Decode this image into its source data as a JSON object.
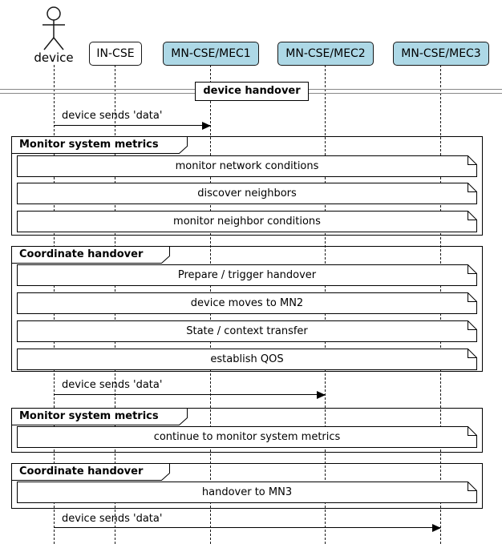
{
  "diagram": {
    "divider_title": "device handover",
    "participants": [
      {
        "name": "device",
        "type": "actor"
      },
      {
        "name": "IN-CSE",
        "type": "participant",
        "fill": "#FFFFFF"
      },
      {
        "name": "MN-CSE/MEC1",
        "type": "participant",
        "fill": "#ADD8E6"
      },
      {
        "name": "MN-CSE/MEC2",
        "type": "participant",
        "fill": "#ADD8E6"
      },
      {
        "name": "MN-CSE/MEC3",
        "type": "participant",
        "fill": "#ADD8E6"
      }
    ],
    "messages": [
      {
        "from": "device",
        "to": "MN-CSE/MEC1",
        "label": "device sends 'data'"
      },
      {
        "from": "device",
        "to": "MN-CSE/MEC2",
        "label": "device sends 'data'"
      },
      {
        "from": "device",
        "to": "MN-CSE/MEC3",
        "label": "device sends 'data'"
      }
    ],
    "groups": [
      {
        "label": "Monitor system metrics",
        "notes": [
          "monitor network conditions",
          "discover neighbors",
          "monitor neighbor conditions"
        ]
      },
      {
        "label": "Coordinate handover",
        "notes": [
          "Prepare / trigger handover",
          "device moves to MN2",
          "State / context transfer",
          "establish QOS"
        ]
      },
      {
        "label": "Monitor system metrics",
        "notes": [
          "continue to monitor system metrics"
        ]
      },
      {
        "label": "Coordinate handover",
        "notes": [
          "handover to MN3"
        ]
      }
    ],
    "colors": {
      "participant_fill": "#ADD8E6",
      "border": "#181818",
      "divider_line": "#888888",
      "note_fill": "#FFFFFF"
    }
  }
}
